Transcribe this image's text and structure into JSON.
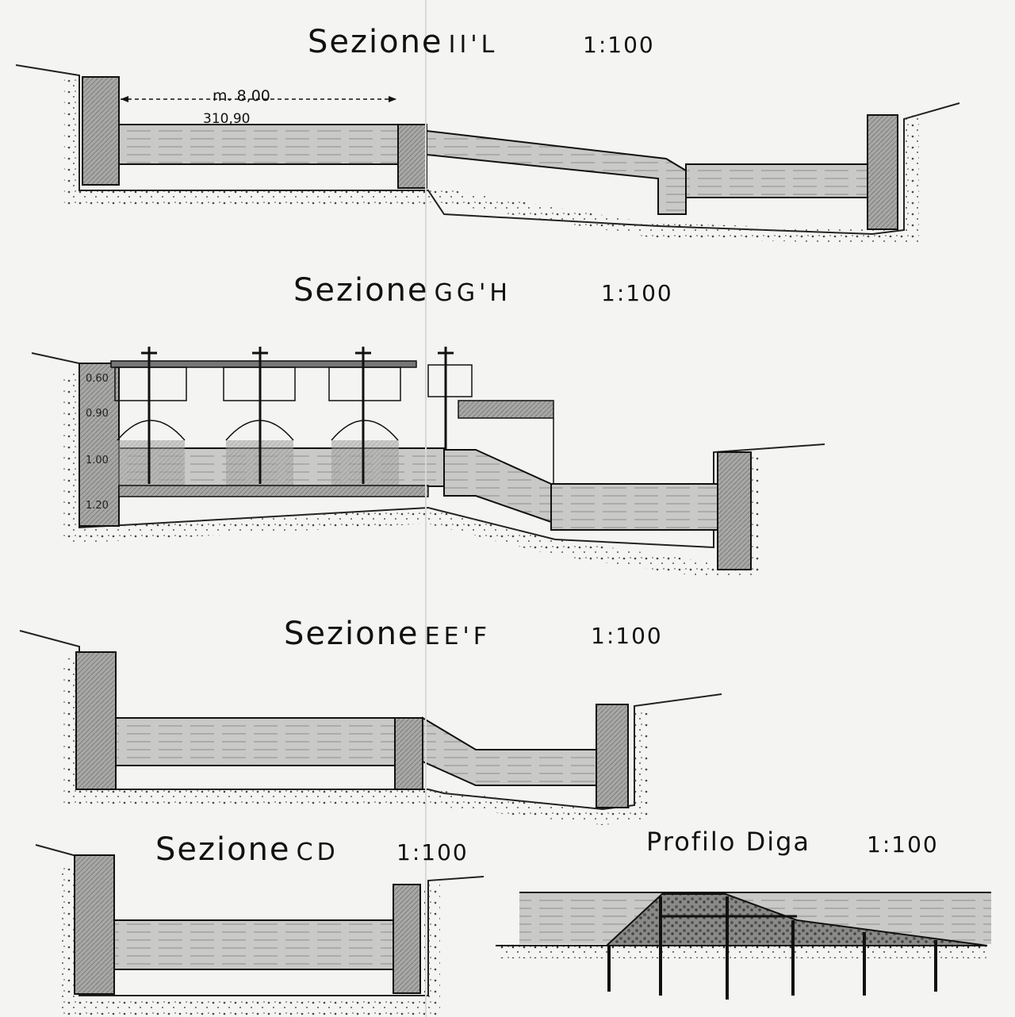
{
  "sections": [
    {
      "name": "Sezione",
      "code": "II'L",
      "scale": "1:100"
    },
    {
      "name": "Sezione",
      "code": "GG'H",
      "scale": "1:100"
    },
    {
      "name": "Sezione",
      "code": "EE'F",
      "scale": "1:100"
    },
    {
      "name": "Sezione",
      "code": "CD",
      "scale": "1:100"
    },
    {
      "name": "Profilo Diga",
      "code": "",
      "scale": "1:100"
    }
  ],
  "dimensions": {
    "span": "m. 8,00",
    "elevation": "310,90"
  },
  "levels": [
    "0.60",
    "0.90",
    "1.00",
    "1.20"
  ],
  "colors": {
    "ink": "#111111",
    "paper": "#f4f4f2",
    "stone": "#9a9a9a",
    "water": "#bdbdbd"
  }
}
